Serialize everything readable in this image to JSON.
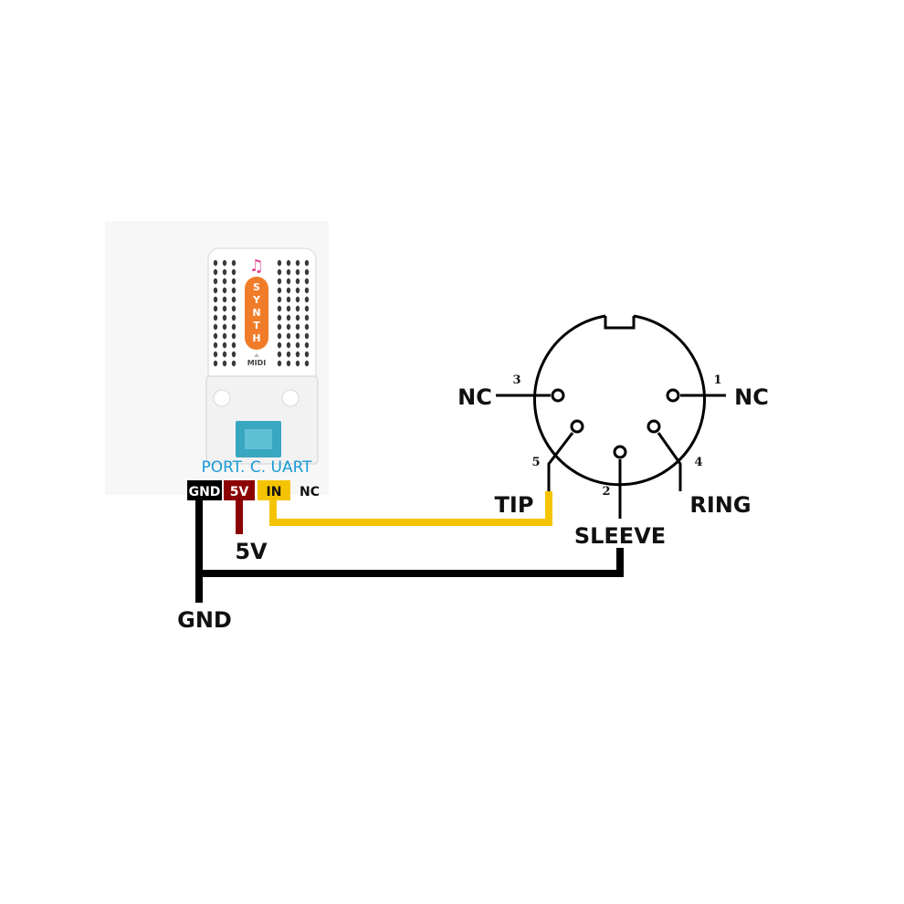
{
  "module": {
    "note_glyph": "♫",
    "synth_letters": [
      "S",
      "Y",
      "N",
      "T",
      "H"
    ],
    "midi_label": "MIDI",
    "port_label": "PORT. C. UART",
    "pins": [
      {
        "label": "GND",
        "bg": "#000000",
        "fg": "#ffffff"
      },
      {
        "label": "5V",
        "bg": "#8b0000",
        "fg": "#ffffff"
      },
      {
        "label": "IN",
        "bg": "#f5c400",
        "fg": "#111111"
      },
      {
        "label": "NC",
        "bg": "#ffffff",
        "fg": "#111111"
      }
    ]
  },
  "wires": {
    "gnd_label": "GND",
    "v5_label": "5V",
    "colors": {
      "gnd": "#000000",
      "v5": "#8b0000",
      "signal": "#f5c400"
    }
  },
  "din": {
    "pin_numbers": {
      "p1": "1",
      "p2": "2",
      "p3": "3",
      "p4": "4",
      "p5": "5"
    },
    "labels": {
      "nc_left": "NC",
      "nc_right": "NC",
      "tip": "TIP",
      "sleeve": "SLEEVE",
      "ring": "RING"
    }
  },
  "colors": {
    "port_text": "#1a9ad6",
    "synth_pill": "#f07c2a",
    "note": "#e03a8c",
    "connector": "#3aa7c0"
  }
}
